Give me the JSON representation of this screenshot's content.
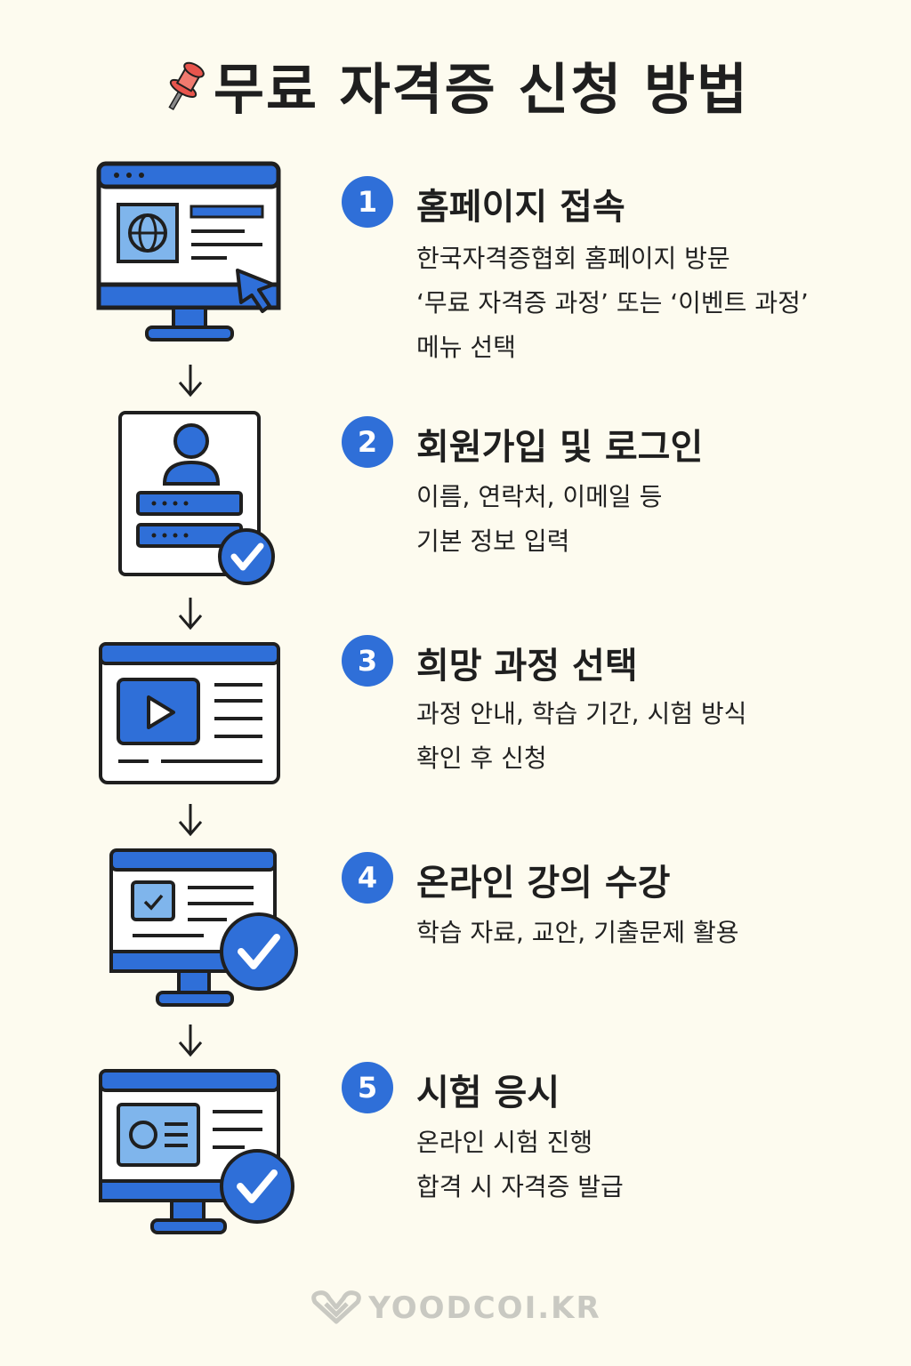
{
  "title": "무료 자격증 신청 방법",
  "steps": [
    {
      "number": "1",
      "title": "홈페이지 접속",
      "lines": [
        "한국자격증협회 홈페이지 방문",
        "‘무료 자격증 과정’ 또는 ‘이벤트 과정’",
        "메뉴 선택"
      ]
    },
    {
      "number": "2",
      "title": "회원가입 및 로그인",
      "lines": [
        "이름, 연락처, 이메일 등",
        "기본 정보 입력"
      ]
    },
    {
      "number": "3",
      "title": "희망 과정 선택",
      "lines": [
        "과정 안내, 학습 기간, 시험 방식",
        "확인 후 신청"
      ]
    },
    {
      "number": "4",
      "title": "온라인 강의 수강",
      "lines": [
        "학습 자료, 교안, 기출문제 활용"
      ]
    },
    {
      "number": "5",
      "title": "시험 응시",
      "lines": [
        "온라인 시험 진행",
        "합격 시 자격증 발급"
      ]
    }
  ],
  "footer": {
    "brand": "YOODCOI.KR"
  },
  "colors": {
    "accent": "#2f6fd8",
    "light_blue": "#7fb5ec",
    "background": "#fdfbef",
    "outline": "#1f1f1f"
  },
  "icons": [
    "pushpin-icon",
    "browser-globe-icon",
    "user-login-icon",
    "video-course-icon",
    "monitor-check-icon",
    "monitor-id-icon",
    "heart-logo-icon"
  ]
}
